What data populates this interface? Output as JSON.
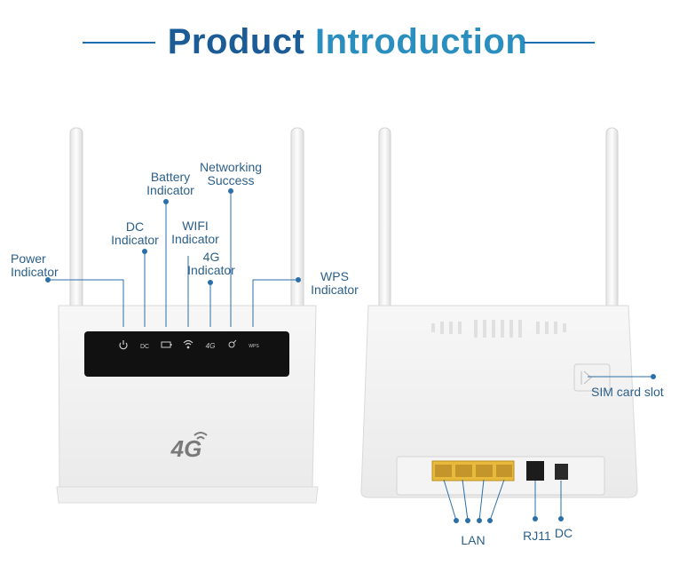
{
  "title": {
    "word1": "Product",
    "word2": "Introduction"
  },
  "front_labels": {
    "power": "Power\nIndicator",
    "dc": "DC\nIndicator",
    "battery": "Battery\nIndicator",
    "wifi": "WIFI\nIndicator",
    "g4": "4G\nIndicator",
    "networking": "Networking\nSuccess",
    "wps": "WPS\nIndicator"
  },
  "panel_text": {
    "dc": "DC",
    "g4": "4G",
    "wps": "WPS"
  },
  "logo_text": "4G",
  "back_labels": {
    "sim": "SIM card slot",
    "lan": "LAN",
    "rj11": "RJ11",
    "dc": "DC"
  },
  "colors": {
    "title_dark": "#1b5c97",
    "title_light": "#2a8fbe",
    "lines": "#2b6fa8",
    "port": "#e8b93a"
  }
}
